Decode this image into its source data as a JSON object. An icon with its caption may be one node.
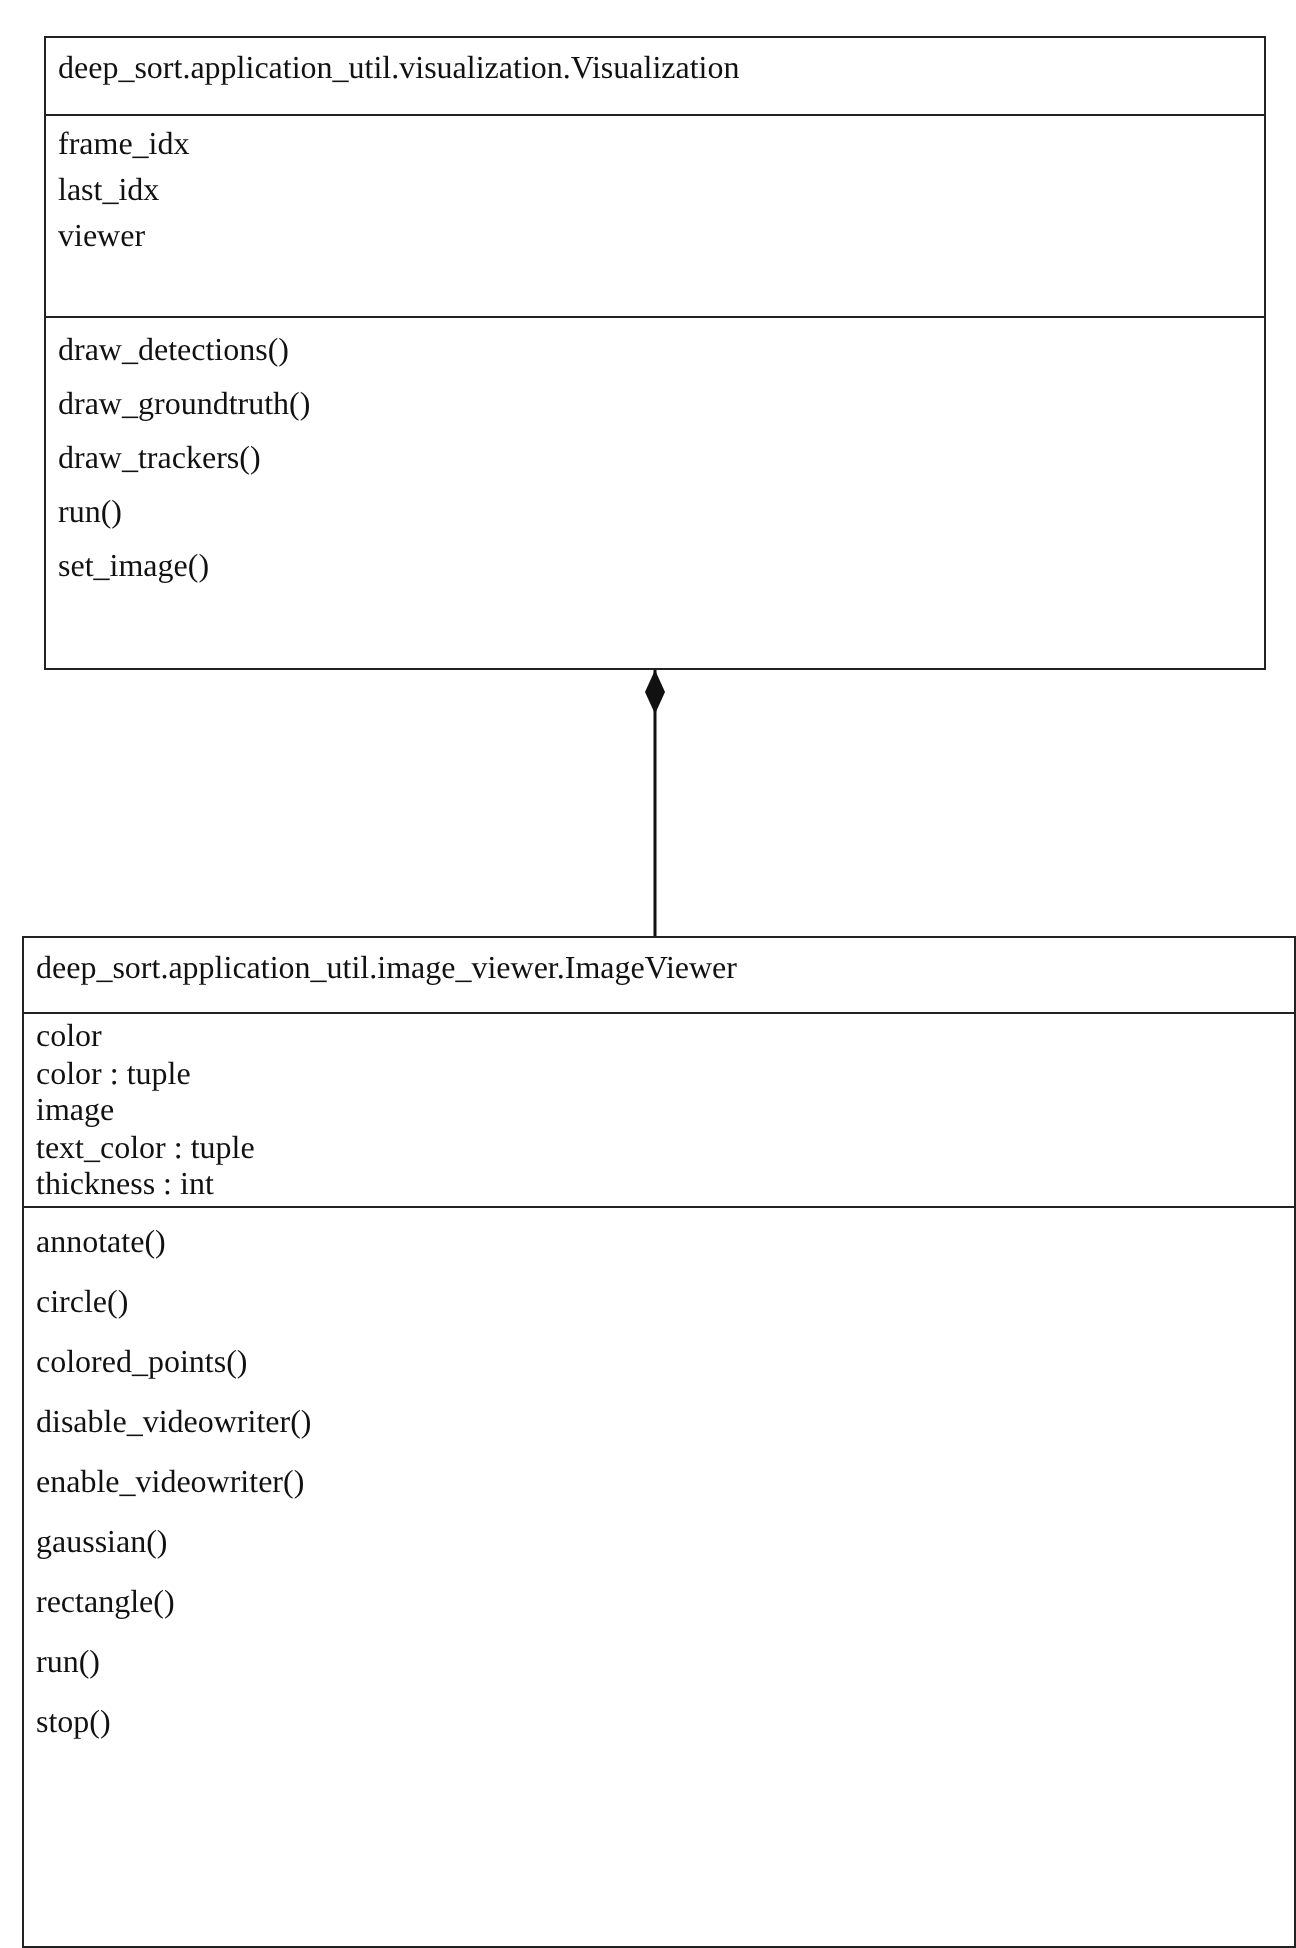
{
  "diagram": {
    "nodes": [
      {
        "text": [
          "deep_sort.application_util.visualization.Visualization"
        ]
      },
      {
        "text": [
          "frame_idx",
          "last_idx",
          "viewer"
        ],
        "in": 0
      },
      {
        "text": [
          "draw_detections()",
          "draw_groundtruth()",
          "draw_trackers()",
          "run()",
          "set_image()"
        ],
        "in": 0
      },
      {
        "text": [
          "deep_sort.application_util.image_viewer.ImageViewer"
        ]
      },
      {
        "text": [
          "color",
          "color : tuple",
          "image",
          "text_color : tuple",
          "thickness : int"
        ],
        "in": 3
      },
      {
        "text": [
          "annotate()",
          "circle()",
          "colored_points()",
          "disable_videowriter()",
          "enable_videowriter()",
          "gaussian()",
          "rectangle()",
          "run()",
          "stop()"
        ],
        "in": 3
      }
    ],
    "edges": [
      {
        "from": 3,
        "to": 0,
        "arrow": "other"
      }
    ]
  }
}
